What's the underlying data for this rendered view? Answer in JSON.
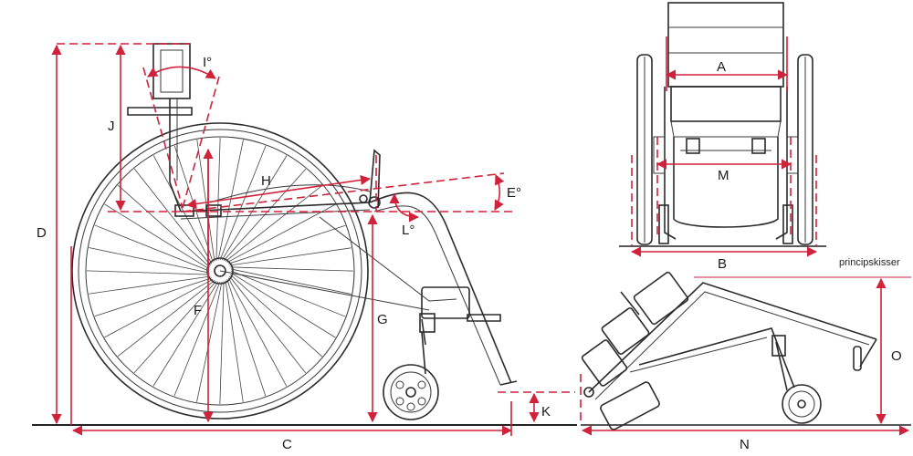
{
  "side_view": {
    "labels": {
      "I": "I°",
      "J": "J",
      "H": "H",
      "E": "E°",
      "L": "L°",
      "D": "D",
      "F": "F",
      "G": "G",
      "K": "K",
      "C": "C"
    }
  },
  "front_view": {
    "labels": {
      "A": "A",
      "M": "M",
      "B": "B"
    }
  },
  "folded_view": {
    "labels": {
      "O": "O",
      "N": "N"
    }
  },
  "credit": "principskisser",
  "colors": {
    "dimension": "#d0223a",
    "frame": "#2b2b2b"
  }
}
